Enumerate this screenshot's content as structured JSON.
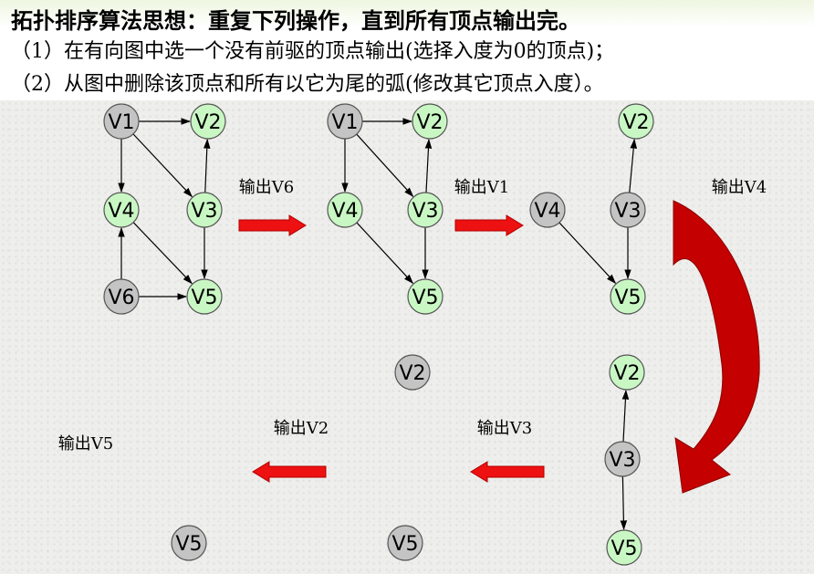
{
  "header": {
    "title": "拓扑排序算法思想：重复下列操作，直到所有顶点输出完。",
    "step1": "（1）在有向图中选一个没有前驱的顶点输出(选择入度为0的顶点)；",
    "step2": "（2）从图中删除该顶点和所有以它为尾的弧(修改其它顶点入度）。"
  },
  "colors": {
    "remaining": "#c9f7c4",
    "source": "#c4c4c4",
    "arrow_fill": "#ee1111",
    "big_arrow": "#c40000"
  },
  "steps": [
    {
      "nodes": [
        {
          "id": "v1",
          "label": "V1",
          "state": "source"
        },
        {
          "id": "v2",
          "label": "V2",
          "state": "remaining"
        },
        {
          "id": "v3",
          "label": "V3",
          "state": "remaining"
        },
        {
          "id": "v4",
          "label": "V4",
          "state": "remaining"
        },
        {
          "id": "v5",
          "label": "V5",
          "state": "remaining"
        },
        {
          "id": "v6",
          "label": "V6",
          "state": "source"
        }
      ],
      "edges": [
        [
          "v1",
          "v2"
        ],
        [
          "v1",
          "v4"
        ],
        [
          "v1",
          "v3"
        ],
        [
          "v3",
          "v2"
        ],
        [
          "v4",
          "v5"
        ],
        [
          "v3",
          "v5"
        ],
        [
          "v6",
          "v4"
        ],
        [
          "v6",
          "v5"
        ]
      ],
      "output": "输出V6"
    },
    {
      "nodes": [
        {
          "id": "v1",
          "label": "V1",
          "state": "source"
        },
        {
          "id": "v2",
          "label": "V2",
          "state": "remaining"
        },
        {
          "id": "v3",
          "label": "V3",
          "state": "remaining"
        },
        {
          "id": "v4",
          "label": "V4",
          "state": "remaining"
        },
        {
          "id": "v5",
          "label": "V5",
          "state": "remaining"
        }
      ],
      "edges": [
        [
          "v1",
          "v2"
        ],
        [
          "v1",
          "v4"
        ],
        [
          "v1",
          "v3"
        ],
        [
          "v3",
          "v2"
        ],
        [
          "v4",
          "v5"
        ],
        [
          "v3",
          "v5"
        ]
      ],
      "output": "输出V1"
    },
    {
      "nodes": [
        {
          "id": "v2",
          "label": "V2",
          "state": "remaining"
        },
        {
          "id": "v3",
          "label": "V3",
          "state": "source"
        },
        {
          "id": "v4",
          "label": "V4",
          "state": "source"
        },
        {
          "id": "v5",
          "label": "V5",
          "state": "remaining"
        }
      ],
      "edges": [
        [
          "v3",
          "v2"
        ],
        [
          "v4",
          "v5"
        ],
        [
          "v3",
          "v5"
        ]
      ],
      "output": "输出V4"
    },
    {
      "nodes": [
        {
          "id": "v2",
          "label": "V2",
          "state": "remaining"
        },
        {
          "id": "v3",
          "label": "V3",
          "state": "source"
        },
        {
          "id": "v5",
          "label": "V5",
          "state": "remaining"
        }
      ],
      "edges": [
        [
          "v3",
          "v2"
        ],
        [
          "v3",
          "v5"
        ]
      ],
      "output": "输出V3"
    },
    {
      "nodes": [
        {
          "id": "v2",
          "label": "V2",
          "state": "source"
        }
      ],
      "edges": [],
      "output": "输出V2"
    },
    {
      "nodes": [
        {
          "id": "v5",
          "label": "V5",
          "state": "source"
        }
      ],
      "edges": [],
      "output": ""
    },
    {
      "nodes": [
        {
          "id": "v5",
          "label": "V5",
          "state": "source"
        }
      ],
      "edges": [],
      "output": "输出V5"
    }
  ]
}
